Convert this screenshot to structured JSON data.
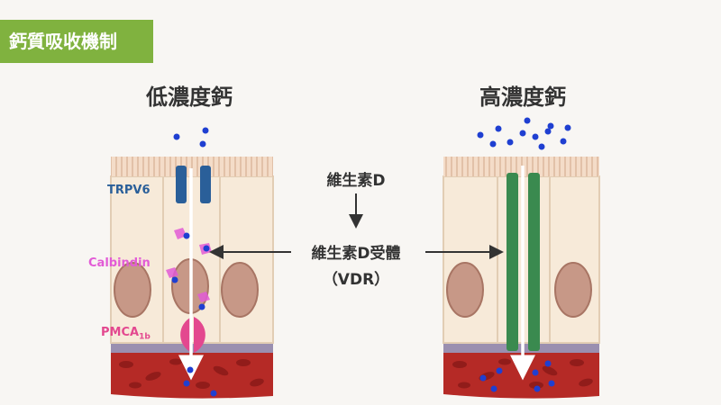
{
  "header": {
    "badge": "鈣質吸收機制"
  },
  "left": {
    "title": "低濃度鈣"
  },
  "right": {
    "title": "高濃度鈣"
  },
  "labels": {
    "trpv6": "TRPV6",
    "calbindin": "Calbindin",
    "pmca": "PMCA",
    "pmca_sub": "1b"
  },
  "center": {
    "vitd": "維生素D",
    "receptor": "維生素D受體",
    "vdr": "（VDR）"
  },
  "colors": {
    "accent_green": "#80b23f",
    "trpv6": "#2a5f99",
    "calbindin": "#e25bd6",
    "pmca": "#e3488f",
    "paracellular": "#3a8a4f",
    "calcium": "#1f3fd1",
    "blood": "#b52a26"
  }
}
